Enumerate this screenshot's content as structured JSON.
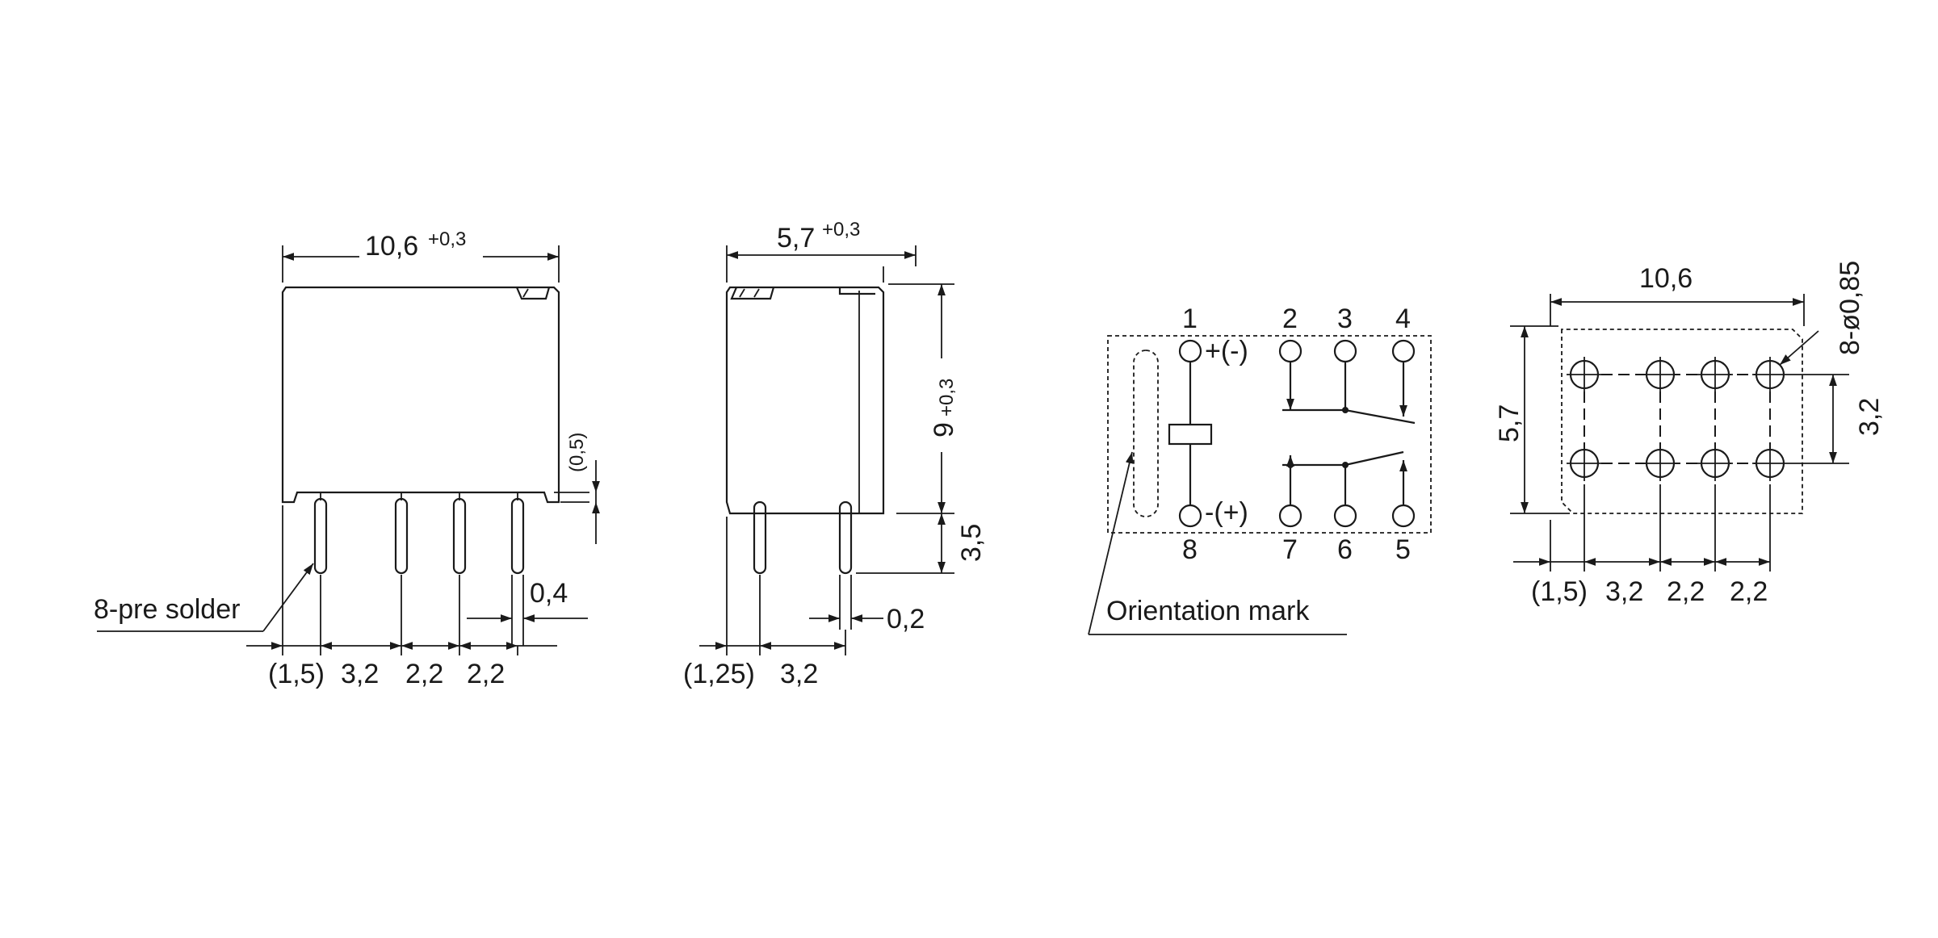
{
  "front_view": {
    "width_dim": "10,6",
    "width_tol": "+0,3",
    "height_tab_dim": "(0,5)",
    "pin_width_dim": "0,4",
    "solder_callout": "8-pre solder",
    "pitch_labels": [
      "(1,5)",
      "3,2",
      "2,2",
      "2,2"
    ]
  },
  "side_view": {
    "width_dim": "5,7",
    "width_tol": "+0,3",
    "height_dim": "9",
    "height_tol": "+0,3",
    "pin_length_dim": "3,5",
    "pin_thickness_dim": "0,2",
    "pitch_labels": [
      "(1,25)",
      "3,2"
    ]
  },
  "schematic": {
    "top_pins": [
      "1",
      "2",
      "3",
      "4"
    ],
    "bottom_pins": [
      "8",
      "7",
      "6",
      "5"
    ],
    "coil_top_polarity": "+(-)",
    "coil_bottom_polarity": "-(+)",
    "orientation_callout": "Orientation mark"
  },
  "pcb_layout": {
    "width_dim": "10,6",
    "height_dim": "5,7",
    "row_spacing_dim": "3,2",
    "hole_callout": "8-ø0,85",
    "pitch_labels": [
      "(1,5)",
      "3,2",
      "2,2",
      "2,2"
    ]
  },
  "colors": {
    "ink": "#1a1a1a",
    "background": "#ffffff"
  }
}
